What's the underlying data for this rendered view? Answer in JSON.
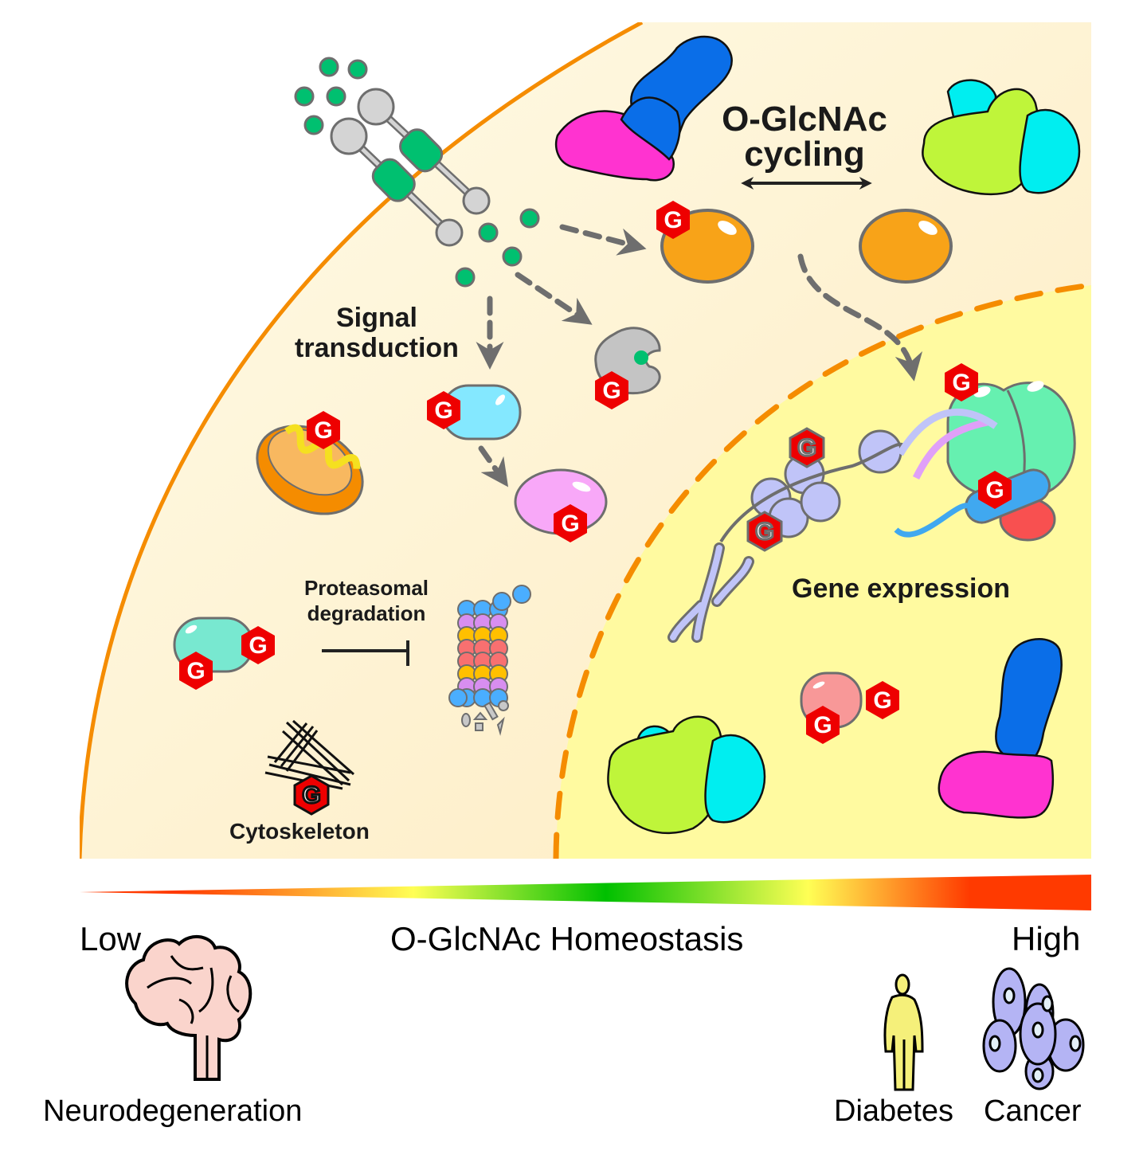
{
  "title": "O-GlcNAc homeostasis graphical abstract",
  "labels": {
    "cycling_line1": "O-GlcNAc",
    "cycling_line2": "cycling",
    "signal_line1": "Signal",
    "signal_line2": "transduction",
    "proteasome_line1": "Proteasomal",
    "proteasome_line2": "degradation",
    "cytoskeleton": "Cytoskeleton",
    "gene_expression": "Gene expression"
  },
  "glycan_marker": {
    "letter": "G",
    "meaning": "O-GlcNAc modification",
    "color": "#ee0000"
  },
  "scale": {
    "low_label": "Low",
    "center_label": "O-GlcNAc Homeostasis",
    "high_label": "High",
    "gradient_stops": [
      "#ff3a00",
      "#ffff55",
      "#00c000",
      "#ffff55",
      "#ff3a00"
    ]
  },
  "diseases": {
    "low": [
      "Neurodegeneration"
    ],
    "high": [
      "Diabetes",
      "Cancer"
    ]
  },
  "colors": {
    "cytoplasm": "#fdf3d2",
    "nucleus": "#fffaa0",
    "membrane": "#f58c00",
    "arrow_gray": "#6e6e6e",
    "ligand_green": "#00c070"
  }
}
